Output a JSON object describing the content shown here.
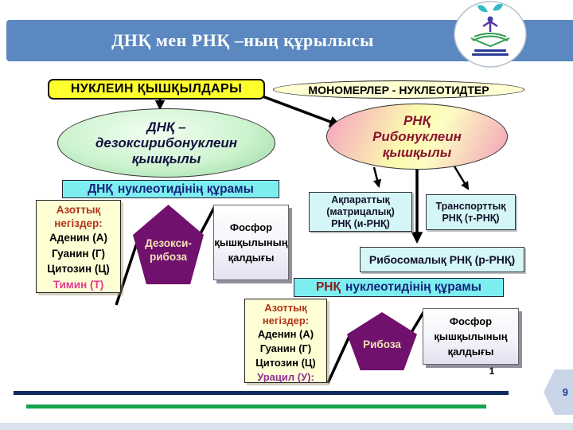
{
  "slide": {
    "title": "ДНҚ  мен РНҚ –ның құрылысы",
    "page_number": "9",
    "footnote_marker": "1"
  },
  "diagram": {
    "nucleic_acids_label": "НУКЛЕИН ҚЫШҚЫЛДАРЫ",
    "monomers_label": "МОНОМЕРЛЕР - НУКЛЕОТИДТЕР",
    "dna_oval": {
      "line1": "ДНҚ –",
      "line2": "дезоксирибонуклеин",
      "line3": "қышқылы"
    },
    "rna_oval": {
      "line1": "РНҚ",
      "line2": "Рибонуклеин",
      "line3": "қышқылы"
    },
    "dna_composition": {
      "acronym": "ДНҚ",
      "rest": "нуклеотидінің құрамы"
    },
    "rna_composition": {
      "acronym": "РНҚ",
      "rest": "нуклеотидінің құрамы"
    },
    "dna_bases": {
      "header_line1": "Азоттық",
      "header_line2": "негіздер:",
      "base1": "Аденин (А)",
      "base2": "Гуанин (Г)",
      "base3": "Цитозин (Ц)",
      "base4": "Тимин (Т)"
    },
    "rna_bases": {
      "header_line1": "Азоттық",
      "header_line2": "негіздер:",
      "base1": "Аденин (А)",
      "base2": "Гуанин (Г)",
      "base3": "Цитозин (Ц)",
      "base4": "Урацил (У):"
    },
    "dna_sugar": {
      "line1": "Дезокси-",
      "line2": "рибоза"
    },
    "rna_sugar": "Рибоза",
    "phosphate": {
      "line1": "Фосфор",
      "line2": "қышқылының",
      "line3": "қалдығы"
    },
    "rna_types": {
      "informational": {
        "line1": "Ақпараттық",
        "line2": "(матрицалық)",
        "line3": "РНҚ (и-РНҚ)"
      },
      "transport": {
        "line1": "Транспорттық",
        "line2": "РНҚ (т-РНҚ)"
      },
      "ribosomal": "Рибосомалық РНҚ (р-РНҚ)"
    }
  },
  "colors": {
    "header_bar": "#5b88c0",
    "title_text": "#ffffff",
    "highlight_yellow": "#ffff2e",
    "cream_box": "#ffffd6",
    "cyan_bar": "#7deef0",
    "cyan_type_box": "#d4f6f6",
    "purple_pentagon": "#6f116d",
    "green_oval_edge": "#93d6a2",
    "rna_oval_pink": "#f59fc0",
    "rna_oval_yellow": "#fbfbaf",
    "dark_red_text": "#8b1530",
    "navy_text": "#14247a",
    "bases_header_text": "#b03318",
    "thymine_text": "#e23a92",
    "uracil_text": "#8b2f93",
    "footer_navy_line": "#0f2a5e",
    "footer_green_line": "#13a34c",
    "page_badge": "#c8d6e8"
  }
}
